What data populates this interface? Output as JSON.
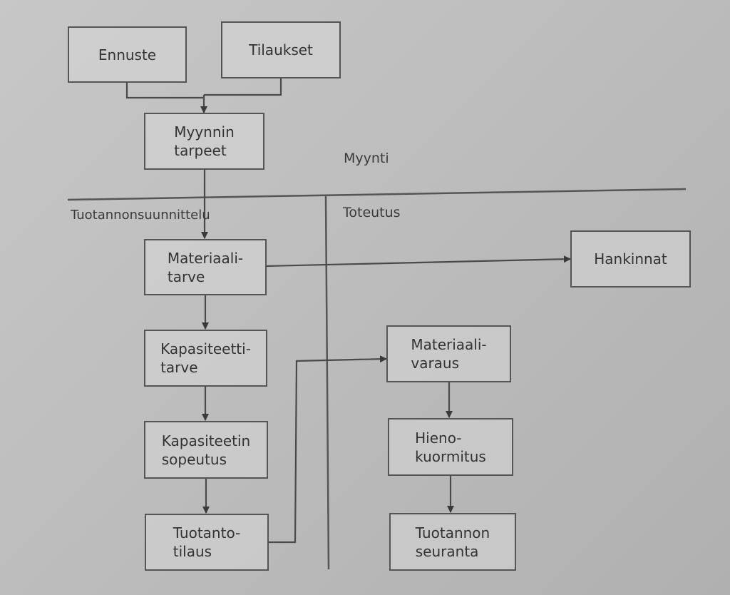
{
  "diagram": {
    "nodes": {
      "ennuste": "Ennuste",
      "tilaukset": "Tilaukset",
      "myynnin_tarpeet": "Myynnin\ntarpeet",
      "materiaalitarve": "Materiaali-\ntarve",
      "kapasiteettitarve": "Kapasiteetti-\ntarve",
      "kapasiteetin_sopeutus": "Kapasiteetin\nsopeutus",
      "tuotantotilaus": "Tuotanto-\ntilaus",
      "hankinnat": "Hankinnat",
      "materiaalivaraus": "Materiaali-\nvaraus",
      "hienokuormitus": "Hieno-\nkuormitus",
      "tuotannon_seuranta": "Tuotannon\nseuranta"
    },
    "regions": {
      "myynti": "Myynti",
      "tuotannonsuunnittelu": "Tuotannonsuunnittelu",
      "toteutus": "Toteutus"
    }
  }
}
